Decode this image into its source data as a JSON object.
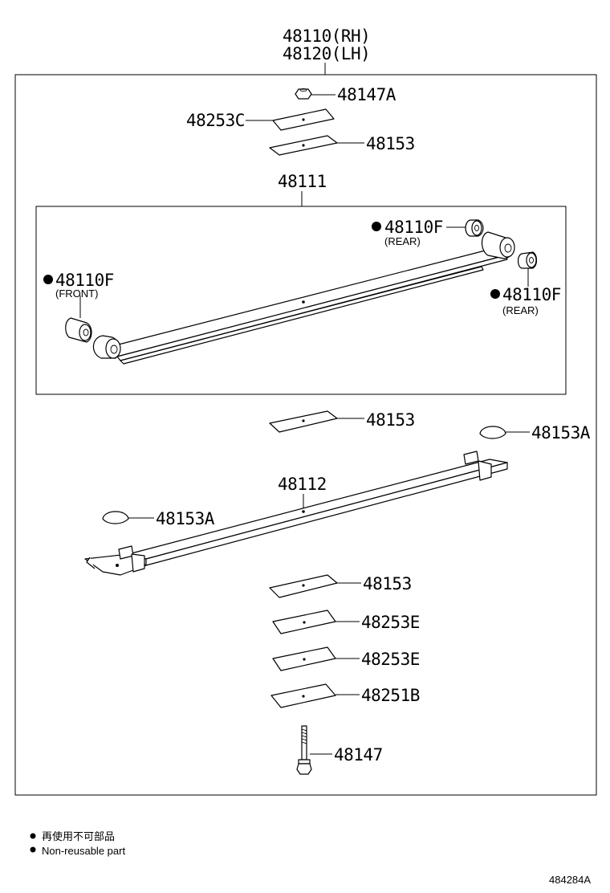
{
  "diagram": {
    "assembly": {
      "rh": "48110(RH)",
      "lh": "48120(LH)"
    },
    "parts": {
      "nut_top": "48147A",
      "plate_c": "48253C",
      "pad_top": "48153",
      "leaf_main": "48111",
      "bushing_rear_top": "48110F",
      "bushing_rear_top_note": "(REAR)",
      "bushing_front": "48110F",
      "bushing_front_note": "(FRONT)",
      "bushing_rear_right": "48110F",
      "bushing_rear_right_note": "(REAR)",
      "pad_mid": "48153",
      "cap_right": "48153A",
      "leaf_second": "48112",
      "cap_left": "48153A",
      "pad_bottom": "48153",
      "plate_e1": "48253E",
      "plate_e2": "48253E",
      "plate_b": "48251B",
      "bolt": "48147"
    },
    "legend": {
      "line_jp": "再使用不可部品",
      "line_en": "Non-reusable part"
    },
    "illustration_code": "484284A"
  }
}
